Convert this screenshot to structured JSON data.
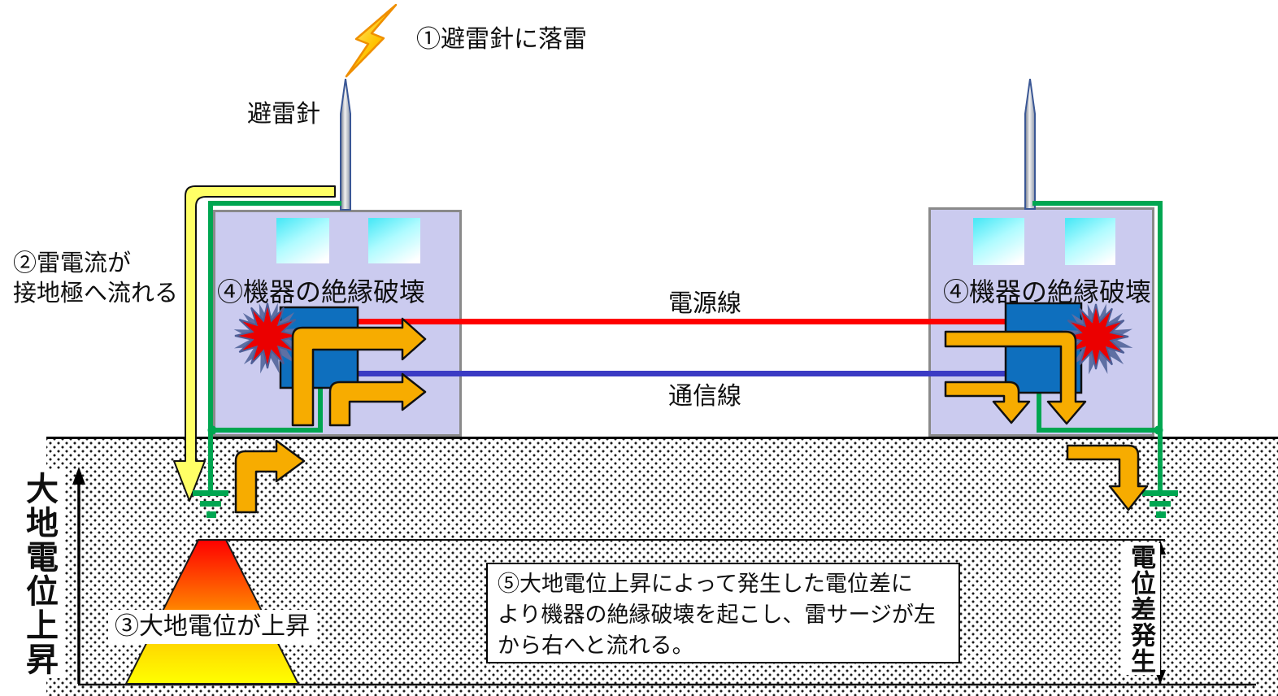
{
  "diagram": {
    "labels": {
      "strike": "①避雷針に落雷",
      "lightning_rod": "避雷針",
      "lightning_current": "②雷電流が\n接地極へ流れる",
      "insulation_breakdown_left": "④機器の絶縁破壊",
      "insulation_breakdown_right": "④機器の絶縁破壊",
      "power_line": "電源線",
      "comm_line": "通信線",
      "ground_potential_rise": "③大地電位が上昇",
      "note": "⑤大地電位上昇によって発生した電位差に\nより機器の絶縁破壊を起こし、雷サージが左\nから右へと流れる。",
      "axis_left": "大地電位上昇",
      "axis_right": "電位差発生"
    },
    "colors": {
      "building_fill": "#cbcbef",
      "building_border": "#8a8a8a",
      "equipment_box": "#0e6fbe",
      "power_line": "#ff0000",
      "comm_line": "#3b3bc4",
      "ground_wire": "#00a651",
      "surge_arrow": "#f7ac00",
      "lightning_path": "#ffff66",
      "burst": "#eb0000",
      "potential_triangle_top": "#ff0000",
      "potential_triangle_bottom": "#ffff00"
    }
  }
}
